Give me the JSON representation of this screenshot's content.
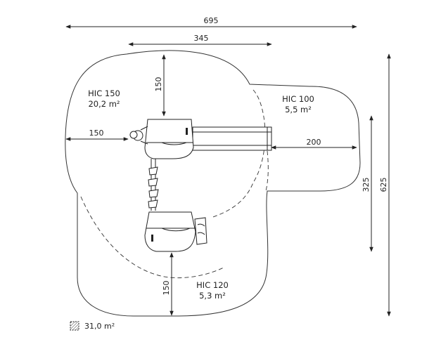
{
  "dimensions": {
    "overall_width": "695",
    "inner_width": "345",
    "overall_height": "625",
    "right_height": "325",
    "left_clearance": "150",
    "top_clearance": "150",
    "slide_clearance": "200",
    "bottom_clearance": "150"
  },
  "zones": {
    "zone_main": {
      "name": "HIC 150",
      "area": "20,2 m²"
    },
    "zone_slide": {
      "name": "HIC 100",
      "area": "5,5 m²"
    },
    "zone_bottom": {
      "name": "HIC 120",
      "area": "5,3 m²"
    }
  },
  "legend": {
    "total_area": "31,0 m²"
  },
  "colors": {
    "ink": "#222222",
    "background": "#ffffff"
  }
}
